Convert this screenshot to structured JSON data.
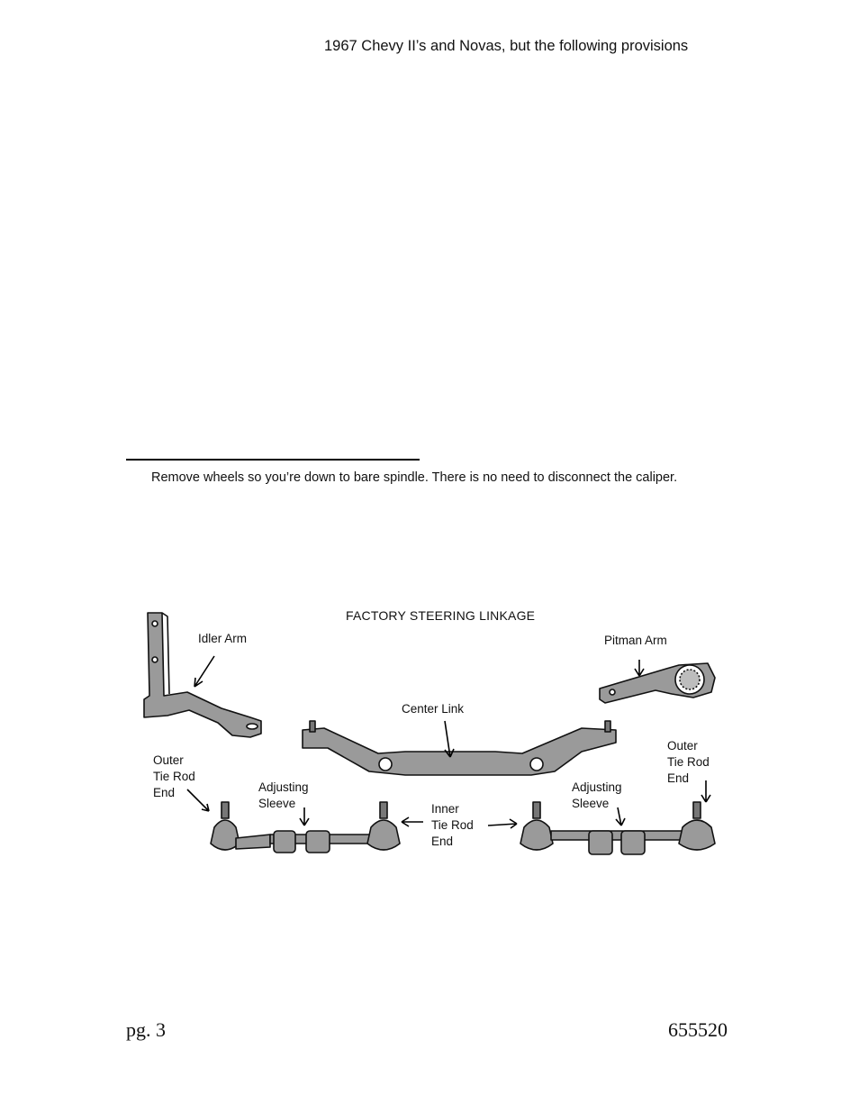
{
  "header": {
    "text": "1967 Chevy II’s and Novas, but the following provisions"
  },
  "footnote": {
    "text": "Remove wheels so you’re down to bare spindle. There is no need to disconnect the caliper."
  },
  "figure": {
    "title": "FACTORY STEERING LINKAGE",
    "labels": {
      "idler_arm": "Idler Arm",
      "pitman_arm": "Pitman Arm",
      "center_link": "Center Link",
      "outer_tie_rod_left": [
        "Outer",
        "Tie Rod",
        "End"
      ],
      "adjusting_sleeve_left": [
        "Adjusting",
        "Sleeve"
      ],
      "inner_tie_rod": [
        "Inner",
        "Tie Rod",
        "End"
      ],
      "adjusting_sleeve_right": [
        "Adjusting",
        "Sleeve"
      ],
      "outer_tie_rod_right": [
        "Outer",
        "Tie Rod",
        "End"
      ]
    }
  },
  "footer": {
    "page": "pg. 3",
    "part_number": "655520"
  }
}
